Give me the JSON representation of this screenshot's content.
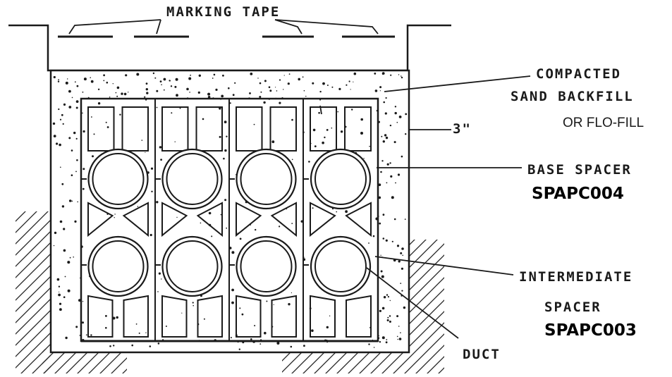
{
  "labels": {
    "marking_tape": "MARKING TAPE",
    "compacted": "COMPACTED",
    "sand_backfill": "SAND BACKFILL",
    "flo_fill": "OR FLO-FILL",
    "dimension": "3\"",
    "base_spacer": "BASE SPACER",
    "base_spacer_code": "SPAPC004",
    "intermediate": "INTERMEDIATE",
    "spacer": "SPACER",
    "intermediate_spacer_code": "SPAPC003",
    "duct": "DUCT"
  },
  "colors": {
    "line": "#1a1a1a",
    "ink": "#000000"
  }
}
